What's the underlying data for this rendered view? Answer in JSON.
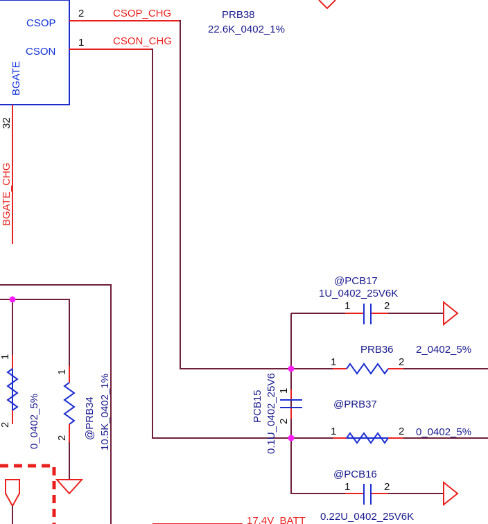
{
  "ic": {
    "pins": [
      {
        "name": "CSOP",
        "number": "2",
        "net": "CSOP_CHG"
      },
      {
        "name": "CSON",
        "number": "1",
        "net": "CSON_CHG"
      },
      {
        "name": "BGATE",
        "number": "32",
        "net": "BGATE_CHG"
      }
    ]
  },
  "components": {
    "prb38": {
      "ref": "PRB38",
      "value": "22.6K_0402_1%"
    },
    "pcb17": {
      "ref": "@PCB17",
      "value": "1U_0402_25V6K",
      "pin1": "1",
      "pin2": "2"
    },
    "prb36": {
      "ref": "PRB36",
      "value": "2_0402_5%",
      "pin1": "1",
      "pin2": "2"
    },
    "pcb15": {
      "ref": "PCB15",
      "value": "0.1U_0402_25V6",
      "pin1": "1",
      "pin2": "2"
    },
    "prb37": {
      "ref": "@PRB37",
      "value": "0_0402_5%",
      "pin1": "1",
      "pin2": "2"
    },
    "pcb16": {
      "ref": "@PCB16",
      "value": "0.22U_0402_25V6K",
      "pin1": "1",
      "pin2": "2"
    },
    "prb34": {
      "ref": "@PRB34",
      "value": "10.5K_0402_1%",
      "pin1": "1",
      "pin2": "2"
    },
    "left_res": {
      "value": "0_0402_5%",
      "pin1": "1",
      "pin2": "2"
    }
  },
  "nets": {
    "batt": "17.4V_BATT"
  },
  "colors": {
    "wire": "#6e1f3a",
    "net_label": "#e8211e",
    "component_body": "#1d2ecf",
    "component_text": "#1a1a8c",
    "junction": "#ff1cff"
  }
}
